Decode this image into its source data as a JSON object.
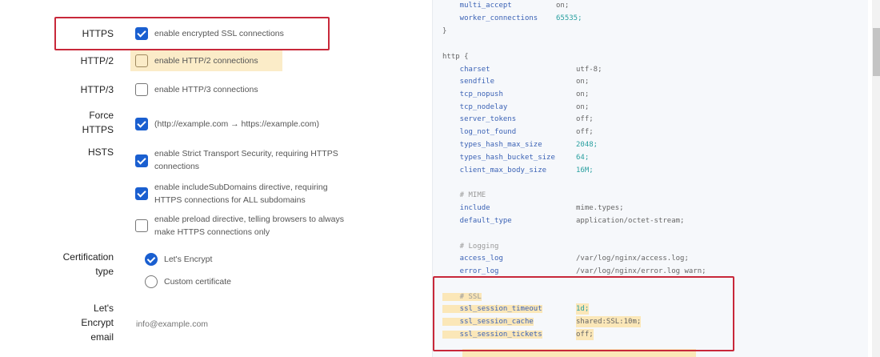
{
  "settings": {
    "https": {
      "label": "HTTPS",
      "option": "enable encrypted SSL connections",
      "checked": true
    },
    "http2": {
      "label": "HTTP/2",
      "option": "enable HTTP/2 connections",
      "checked": false
    },
    "http3": {
      "label": "HTTP/3",
      "option": "enable HTTP/3 connections",
      "checked": false
    },
    "force_https": {
      "label_1": "Force",
      "label_2": "HTTPS",
      "option": "(http://example.com → https://example.com)",
      "checked": true
    },
    "hsts": {
      "label": "HSTS",
      "options": [
        {
          "line_1": "enable Strict Transport Security, requiring HTTPS",
          "line_2": "connections",
          "checked": true
        },
        {
          "line_1": "enable includeSubDomains directive, requiring",
          "line_2": "HTTPS connections for ALL subdomains",
          "checked": true
        },
        {
          "line_1": "enable preload directive, telling browsers to always",
          "line_2": "make HTTPS connections only",
          "checked": false
        }
      ]
    },
    "cert_type": {
      "label_1": "Certification",
      "label_2": "type",
      "options": [
        "Let's Encrypt",
        "Custom certificate"
      ],
      "selected": "Let's Encrypt"
    },
    "le_email": {
      "label_1": "Let's",
      "label_2": "Encrypt",
      "label_3": "email",
      "placeholder": "info@example.com"
    }
  },
  "code": {
    "lines": [
      {
        "k": "    multi_accept",
        "v": "on;"
      },
      {
        "k": "    worker_connections",
        "v": "65535;"
      },
      {
        "k": "}",
        "v": ""
      },
      {
        "k": "http {",
        "v": ""
      },
      {
        "k": "    charset",
        "v": "utf-8;"
      },
      {
        "k": "    sendfile",
        "v": "on;"
      },
      {
        "k": "    tcp_nopush",
        "v": "on;"
      },
      {
        "k": "    tcp_nodelay",
        "v": "on;"
      },
      {
        "k": "    server_tokens",
        "v": "off;"
      },
      {
        "k": "    log_not_found",
        "v": "off;"
      },
      {
        "k": "    types_hash_max_size",
        "v": "2048;"
      },
      {
        "k": "    types_hash_bucket_size",
        "v": "64;"
      },
      {
        "k": "    client_max_body_size",
        "v": "16M;"
      },
      {
        "k": "    # MIME",
        "v": ""
      },
      {
        "k": "    include",
        "v": "mime.types;"
      },
      {
        "k": "    default_type",
        "v": "application/octet-stream;"
      },
      {
        "k": "    # Logging",
        "v": ""
      },
      {
        "k": "    access_log",
        "v": "/var/log/nginx/access.log;"
      },
      {
        "k": "    error_log",
        "v": "/var/log/nginx/error.log warn;"
      },
      {
        "k": "    # SSL",
        "v": ""
      },
      {
        "k": "    ssl_session_timeout",
        "v": "1d;"
      },
      {
        "k": "    ssl_session_cache",
        "v": "shared:SSL:10m;"
      },
      {
        "k": "    ssl_session_tickets",
        "v": "off;"
      }
    ]
  },
  "colors": {
    "accent": "#1a5fd0",
    "highlight": "#fbe7b8",
    "callout": "#c8283a"
  }
}
